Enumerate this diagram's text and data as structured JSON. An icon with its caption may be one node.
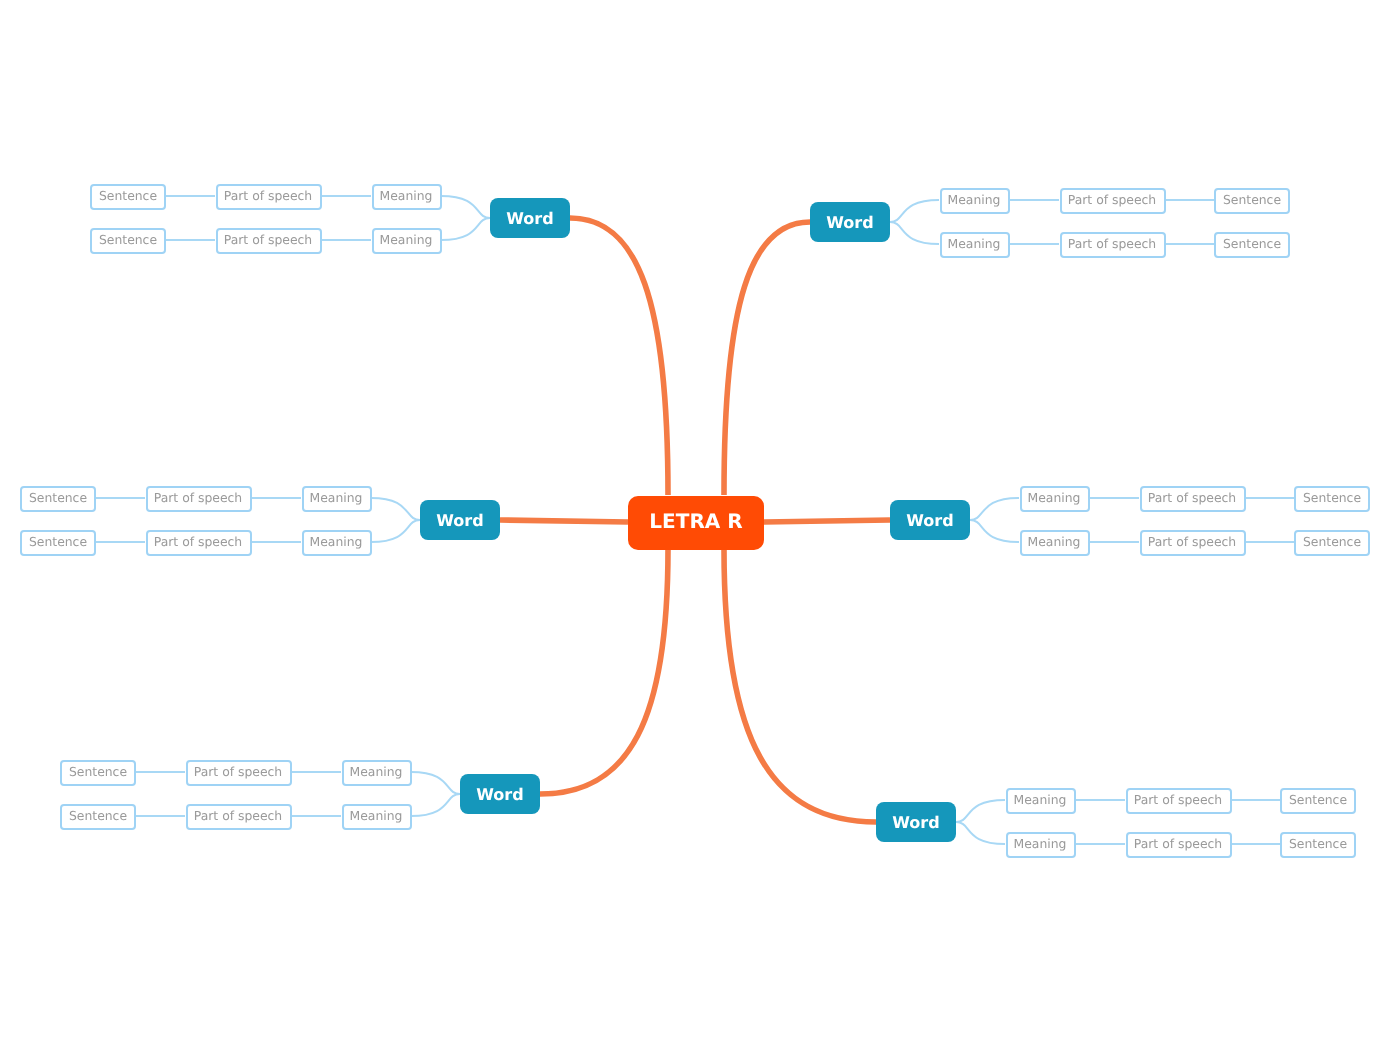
{
  "diagram": {
    "nodes": [
      {
        "text": [
          "LETRA R"
        ]
      },
      {
        "text": [
          "Word"
        ]
      },
      {
        "text": [
          "Meaning"
        ]
      },
      {
        "text": [
          "Part of speech"
        ]
      },
      {
        "text": [
          "Sentence"
        ]
      },
      {
        "text": [
          "Meaning"
        ]
      },
      {
        "text": [
          "Part of speech"
        ]
      },
      {
        "text": [
          "Sentence"
        ]
      },
      {
        "text": [
          "Word"
        ]
      },
      {
        "text": [
          "Meaning"
        ]
      },
      {
        "text": [
          "Part of speech"
        ]
      },
      {
        "text": [
          "Sentence"
        ]
      },
      {
        "text": [
          "Meaning"
        ]
      },
      {
        "text": [
          "Part of speech"
        ]
      },
      {
        "text": [
          "Sentence"
        ]
      },
      {
        "text": [
          "Word"
        ]
      },
      {
        "text": [
          "Meaning"
        ]
      },
      {
        "text": [
          "Part of speech"
        ]
      },
      {
        "text": [
          "Sentence"
        ]
      },
      {
        "text": [
          "Meaning"
        ]
      },
      {
        "text": [
          "Part of speech"
        ]
      },
      {
        "text": [
          "Sentence"
        ]
      },
      {
        "text": [
          "Word"
        ]
      },
      {
        "text": [
          "Meaning"
        ]
      },
      {
        "text": [
          "Part of speech"
        ]
      },
      {
        "text": [
          "Sentence"
        ]
      },
      {
        "text": [
          "Meaning"
        ]
      },
      {
        "text": [
          "Part of speech"
        ]
      },
      {
        "text": [
          "Sentence"
        ]
      },
      {
        "text": [
          "Word"
        ]
      },
      {
        "text": [
          "Meaning"
        ]
      },
      {
        "text": [
          "Part of speech"
        ]
      },
      {
        "text": [
          "Sentence"
        ]
      },
      {
        "text": [
          "Meaning"
        ]
      },
      {
        "text": [
          "Part of speech"
        ]
      },
      {
        "text": [
          "Sentence"
        ]
      },
      {
        "text": [
          "Word"
        ]
      },
      {
        "text": [
          "Meaning"
        ]
      },
      {
        "text": [
          "Part of speech"
        ]
      },
      {
        "text": [
          "Sentence"
        ]
      },
      {
        "text": [
          "Meaning"
        ]
      },
      {
        "text": [
          "Part of speech"
        ]
      },
      {
        "text": [
          "Sentence"
        ]
      }
    ],
    "edges": [
      {
        "from": 0,
        "to": 1,
        "arrow": "none",
        "style": "thick",
        "color": "#f47b45"
      },
      {
        "from": 1,
        "to": 2,
        "arrow": "none"
      },
      {
        "from": 2,
        "to": 3,
        "arrow": "none"
      },
      {
        "from": 3,
        "to": 4,
        "arrow": "none"
      },
      {
        "from": 1,
        "to": 5,
        "arrow": "none"
      },
      {
        "from": 5,
        "to": 6,
        "arrow": "none"
      },
      {
        "from": 6,
        "to": 7,
        "arrow": "none"
      },
      {
        "from": 0,
        "to": 8,
        "arrow": "none",
        "style": "thick",
        "color": "#f47b45"
      },
      {
        "from": 8,
        "to": 9,
        "arrow": "none"
      },
      {
        "from": 9,
        "to": 10,
        "arrow": "none"
      },
      {
        "from": 10,
        "to": 11,
        "arrow": "none"
      },
      {
        "from": 8,
        "to": 12,
        "arrow": "none"
      },
      {
        "from": 12,
        "to": 13,
        "arrow": "none"
      },
      {
        "from": 13,
        "to": 14,
        "arrow": "none"
      },
      {
        "from": 0,
        "to": 15,
        "arrow": "none",
        "style": "thick",
        "color": "#f47b45"
      },
      {
        "from": 15,
        "to": 16,
        "arrow": "none"
      },
      {
        "from": 16,
        "to": 17,
        "arrow": "none"
      },
      {
        "from": 17,
        "to": 18,
        "arrow": "none"
      },
      {
        "from": 15,
        "to": 19,
        "arrow": "none"
      },
      {
        "from": 19,
        "to": 20,
        "arrow": "none"
      },
      {
        "from": 20,
        "to": 21,
        "arrow": "none"
      },
      {
        "from": 0,
        "to": 22,
        "arrow": "none",
        "style": "thick",
        "color": "#f47b45"
      },
      {
        "from": 22,
        "to": 23,
        "arrow": "none"
      },
      {
        "from": 23,
        "to": 24,
        "arrow": "none"
      },
      {
        "from": 24,
        "to": 25,
        "arrow": "none"
      },
      {
        "from": 22,
        "to": 26,
        "arrow": "none"
      },
      {
        "from": 26,
        "to": 27,
        "arrow": "none"
      },
      {
        "from": 27,
        "to": 28,
        "arrow": "none"
      },
      {
        "from": 0,
        "to": 29,
        "arrow": "none",
        "style": "thick",
        "color": "#f47b45"
      },
      {
        "from": 29,
        "to": 30,
        "arrow": "none"
      },
      {
        "from": 30,
        "to": 31,
        "arrow": "none"
      },
      {
        "from": 31,
        "to": 32,
        "arrow": "none"
      },
      {
        "from": 29,
        "to": 33,
        "arrow": "none"
      },
      {
        "from": 33,
        "to": 34,
        "arrow": "none"
      },
      {
        "from": 34,
        "to": 35,
        "arrow": "none"
      },
      {
        "from": 0,
        "to": 36,
        "arrow": "none",
        "style": "thick",
        "color": "#f47b45"
      },
      {
        "from": 36,
        "to": 37,
        "arrow": "none"
      },
      {
        "from": 37,
        "to": 38,
        "arrow": "none"
      },
      {
        "from": 38,
        "to": 39,
        "arrow": "none"
      },
      {
        "from": 36,
        "to": 40,
        "arrow": "none"
      },
      {
        "from": 40,
        "to": 41,
        "arrow": "none"
      },
      {
        "from": 41,
        "to": 42,
        "arrow": "none"
      }
    ]
  }
}
